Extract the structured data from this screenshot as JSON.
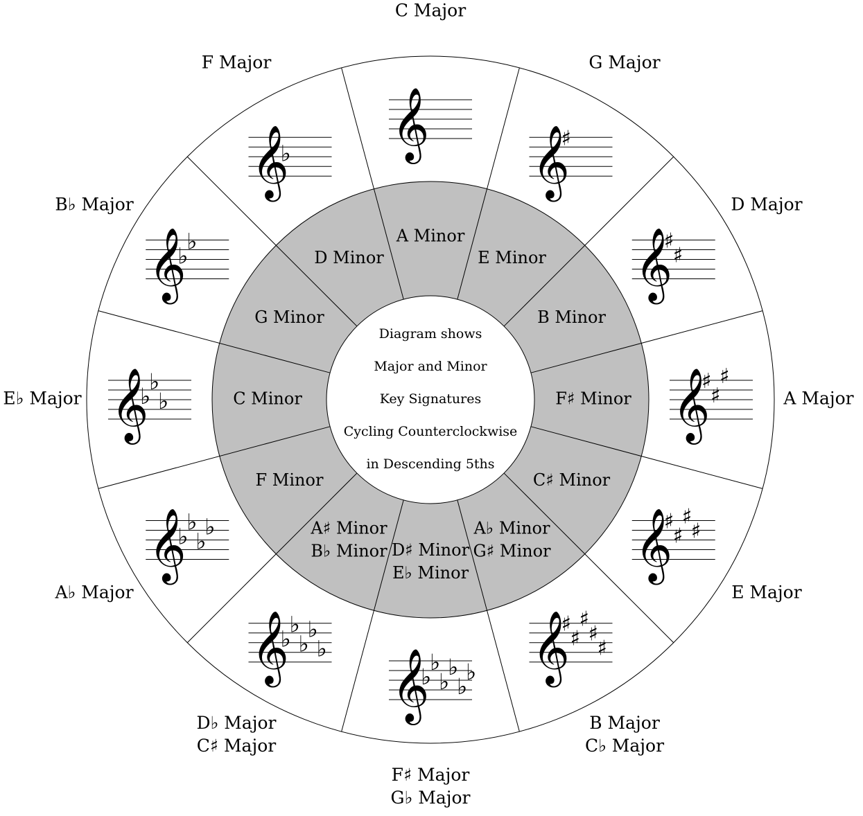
{
  "colors": {
    "minor_ring_fill": "#c0c0c0",
    "background": "#ffffff",
    "stroke": "#000000"
  },
  "center_text": [
    "Diagram shows",
    "Major and Minor",
    "Key Signatures",
    "Cycling Counterclockwise",
    "in Descending 5ths"
  ],
  "keys": [
    {
      "major": [
        "C Major"
      ],
      "minor": [
        "A Minor"
      ],
      "accidentals": {
        "type": "none",
        "count": 0
      }
    },
    {
      "major": [
        "G Major"
      ],
      "minor": [
        "E Minor"
      ],
      "accidentals": {
        "type": "sharp",
        "count": 1
      }
    },
    {
      "major": [
        "D Major"
      ],
      "minor": [
        "B Minor"
      ],
      "accidentals": {
        "type": "sharp",
        "count": 2
      }
    },
    {
      "major": [
        "A Major"
      ],
      "minor": [
        "F♯ Minor"
      ],
      "accidentals": {
        "type": "sharp",
        "count": 3
      }
    },
    {
      "major": [
        "E Major"
      ],
      "minor": [
        "C♯ Minor"
      ],
      "accidentals": {
        "type": "sharp",
        "count": 4
      }
    },
    {
      "major": [
        "B Major",
        "C♭ Major"
      ],
      "minor": [
        "A♭ Minor",
        "G♯ Minor"
      ],
      "accidentals": {
        "type": "sharp",
        "count": 5
      }
    },
    {
      "major": [
        "F♯ Major",
        "G♭ Major"
      ],
      "minor": [
        "D♯ Minor",
        "E♭ Minor"
      ],
      "accidentals": {
        "type": "flat",
        "count": 6
      }
    },
    {
      "major": [
        "D♭ Major",
        "C♯ Major"
      ],
      "minor": [
        "A♯ Minor",
        "B♭ Minor"
      ],
      "accidentals": {
        "type": "flat",
        "count": 5
      }
    },
    {
      "major": [
        "A♭ Major"
      ],
      "minor": [
        "F Minor"
      ],
      "accidentals": {
        "type": "flat",
        "count": 4
      }
    },
    {
      "major": [
        "E♭ Major"
      ],
      "minor": [
        "C Minor"
      ],
      "accidentals": {
        "type": "flat",
        "count": 3
      }
    },
    {
      "major": [
        "B♭ Major"
      ],
      "minor": [
        "G Minor"
      ],
      "accidentals": {
        "type": "flat",
        "count": 2
      }
    },
    {
      "major": [
        "F Major"
      ],
      "minor": [
        "D Minor"
      ],
      "accidentals": {
        "type": "flat",
        "count": 1
      }
    }
  ],
  "glyphs": {
    "clef": "𝄞",
    "sharp": "♯",
    "flat": "♭"
  }
}
